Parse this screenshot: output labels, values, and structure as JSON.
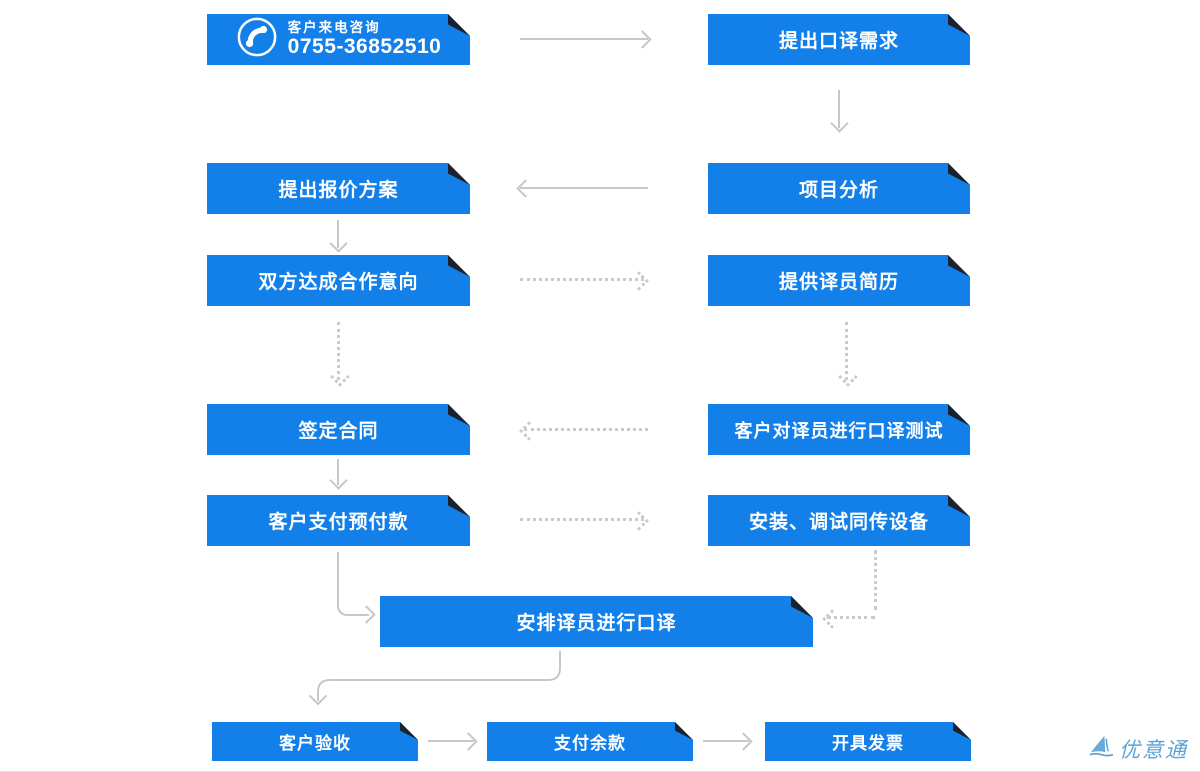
{
  "contact": {
    "title": "客户来电咨询",
    "phone": "0755-36852510"
  },
  "nodes": {
    "demand": "提出口译需求",
    "quote": "提出报价方案",
    "analysis": "项目分析",
    "agreement": "双方达成合作意向",
    "resume": "提供译员简历",
    "contract": "签定合同",
    "test": "客户对译员进行口译测试",
    "prepay": "客户支付预付款",
    "equipment": "安装、调试同传设备",
    "arrange": "安排译员进行口译",
    "acceptance": "客户验收",
    "balance": "支付余款",
    "invoice": "开具发票"
  },
  "logo": {
    "text": "优意通"
  },
  "icons": {
    "phone": "phone-icon",
    "logo": "sailboat-icon"
  },
  "colors": {
    "box_blue": "#1380ea",
    "fold_dark": "#1a2230",
    "arrow_gray": "#c7c7c7",
    "dotted_gray": "#cbcbcb",
    "logo_blue": "#5da3d5",
    "text_white": "#ffffff"
  }
}
